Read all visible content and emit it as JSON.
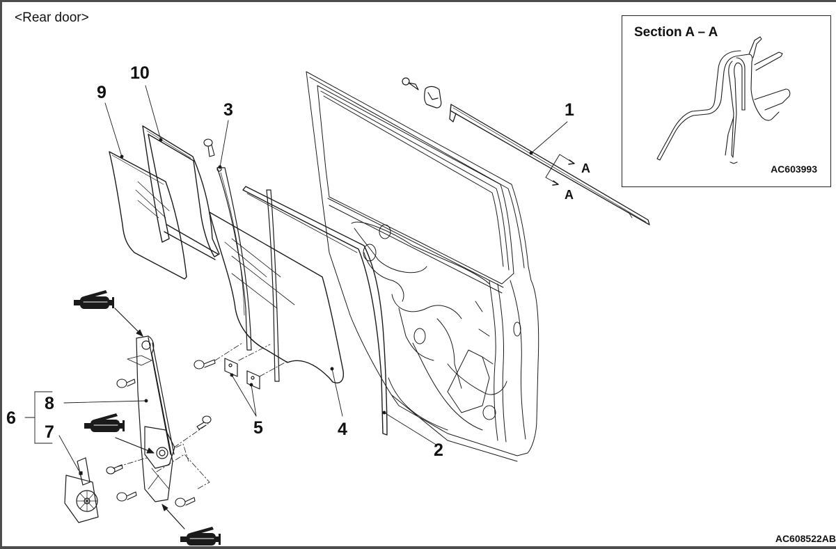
{
  "diagram": {
    "title": "<Rear door>",
    "figure_code": "AC608522AB",
    "section": {
      "title": "Section A – A",
      "code": "AC603993"
    },
    "section_markers": [
      "A",
      "A"
    ],
    "callouts": {
      "c1": "1",
      "c2": "2",
      "c3": "3",
      "c4": "4",
      "c5": "5",
      "c6": "6",
      "c7": "7",
      "c8": "8",
      "c9": "9",
      "c10": "10"
    },
    "grease_icons": [
      "grease-gun-icon",
      "grease-gun-icon",
      "grease-gun-icon"
    ],
    "colors": {
      "line": "#1a1a1a",
      "border": "#4d4d4d",
      "background": "#ffffff"
    }
  }
}
